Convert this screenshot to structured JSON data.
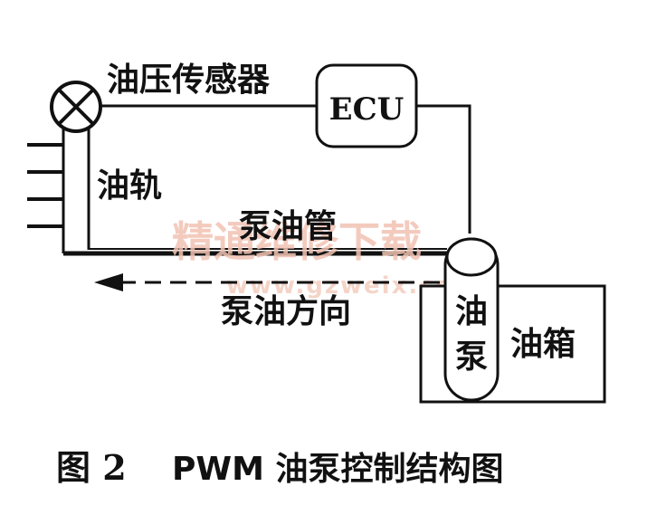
{
  "diagram": {
    "labels": {
      "sensor": "油压传感器",
      "ecu": "ECU",
      "rail": "油轨",
      "pipe": "泵油管",
      "direction": "泵油方向",
      "pump_top": "油",
      "pump_bottom": "泵",
      "tank": "油箱"
    },
    "watermark": {
      "text": "精通维修下载",
      "url": "www.gzweix.com"
    }
  },
  "caption": {
    "figure": "图 2",
    "title": "PWM 油泵控制结构图"
  }
}
